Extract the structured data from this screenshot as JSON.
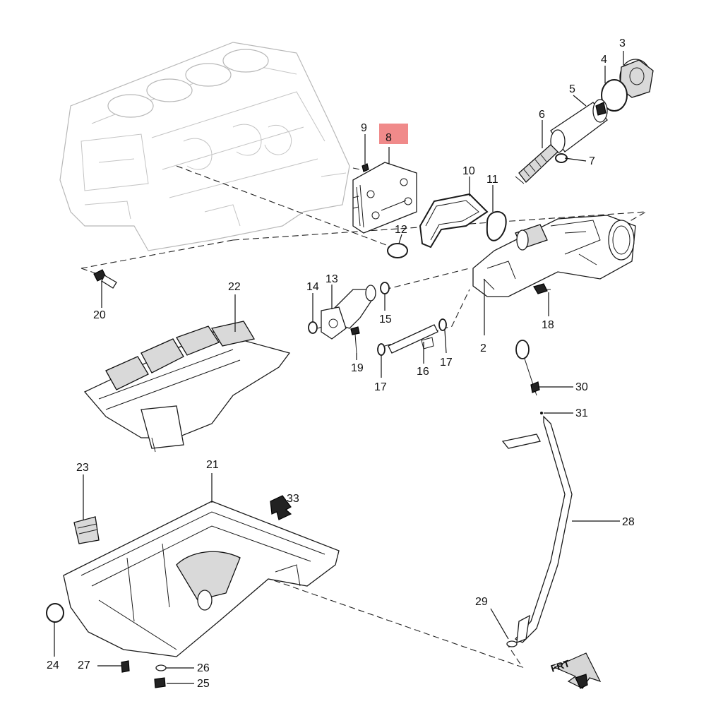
{
  "diagram": {
    "highlight_color": "#f08a8a",
    "highlighted_callout": "8",
    "callouts": [
      "2",
      "3",
      "4",
      "5",
      "6",
      "7",
      "8",
      "9",
      "10",
      "11",
      "12",
      "13",
      "14",
      "15",
      "16",
      "17",
      "17",
      "18",
      "19",
      "20",
      "21",
      "22",
      "23",
      "24",
      "25",
      "26",
      "27",
      "28",
      "29",
      "30",
      "31",
      "33"
    ],
    "front_arrow_label": "FRT"
  }
}
